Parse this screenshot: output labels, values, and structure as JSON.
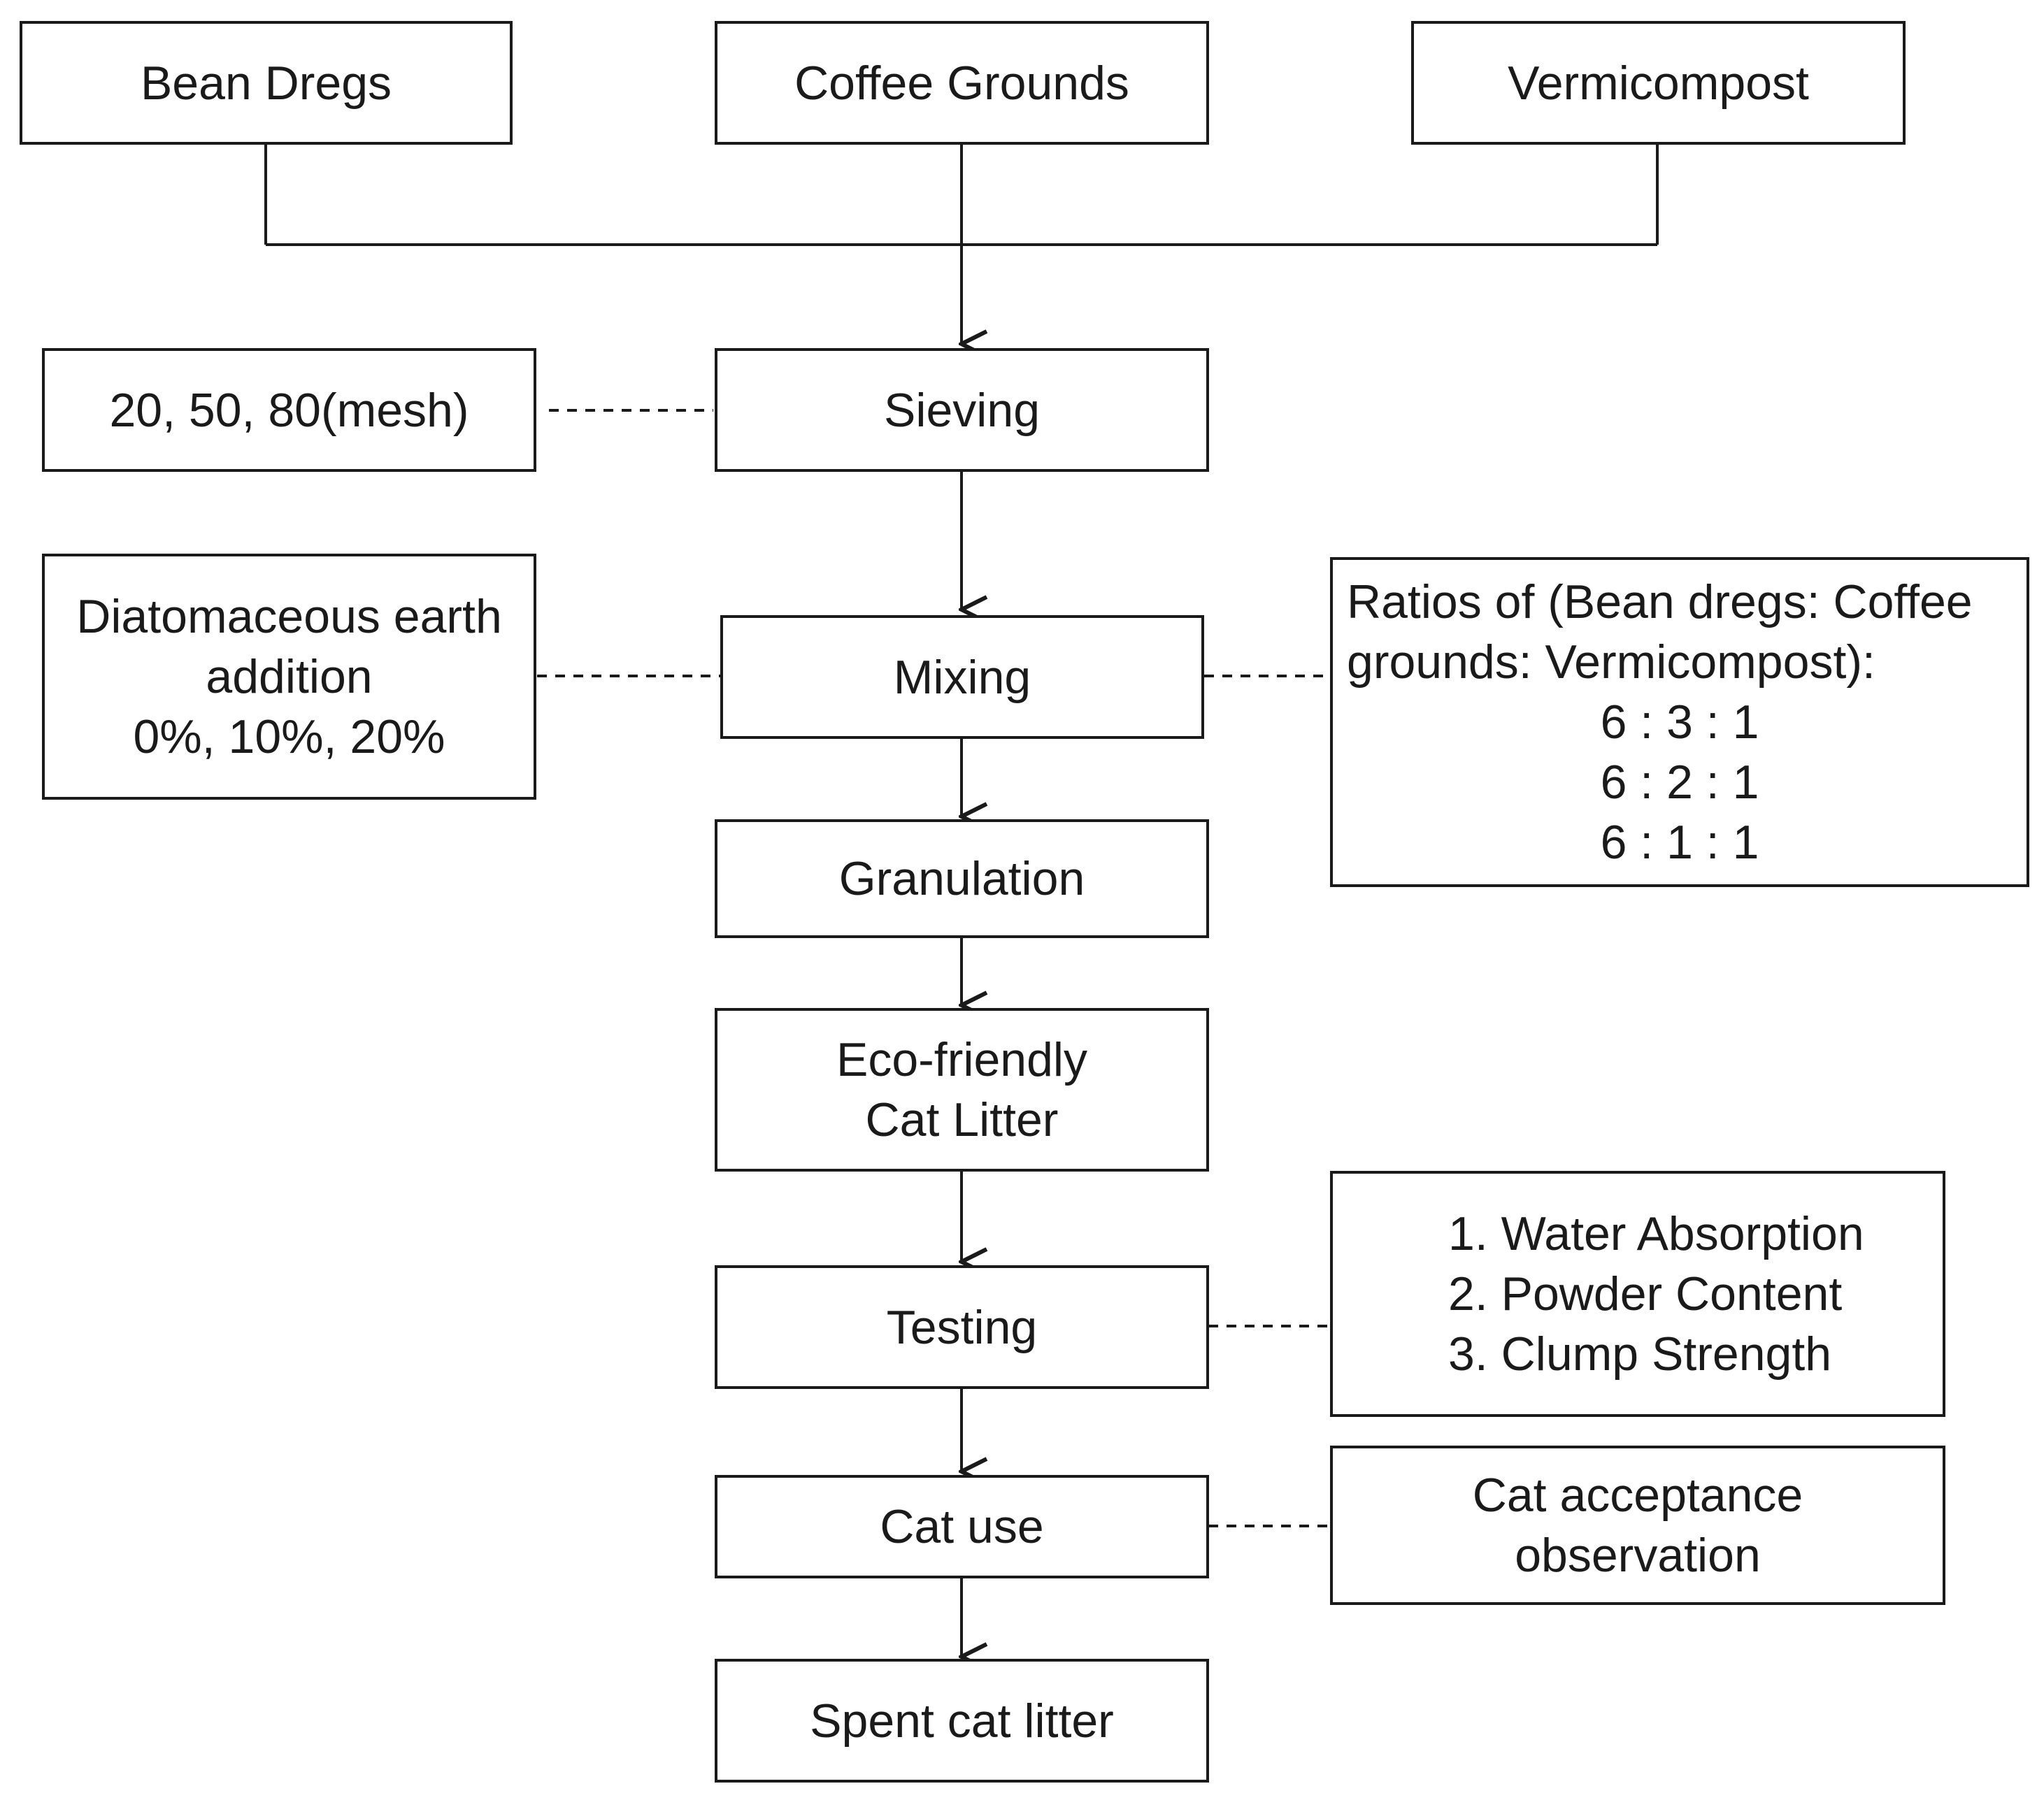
{
  "nodes": {
    "bean_dregs": "Bean Dregs",
    "coffee_grounds": "Coffee Grounds",
    "vermicompost": "Vermicompost",
    "sieving": "Sieving",
    "mesh": "20, 50, 80(mesh)",
    "mixing": "Mixing",
    "diatomaceous": [
      "Diatomaceous earth",
      "addition",
      "0%, 10%, 20%"
    ],
    "ratios": {
      "lines": [
        "Ratios of (Bean dregs: Coffee",
        "grounds: Vermicompost):"
      ],
      "values": [
        "6 : 3 : 1",
        "6 : 2 : 1",
        "6 : 1 : 1"
      ]
    },
    "granulation": "Granulation",
    "cat_litter": [
      "Eco-friendly",
      "Cat Litter"
    ],
    "testing": "Testing",
    "tests": [
      "1. Water Absorption",
      "2. Powder Content",
      "3. Clump Strength"
    ],
    "cat_use": "Cat use",
    "acceptance": [
      "Cat acceptance",
      "observation"
    ],
    "spent": "Spent cat litter"
  },
  "colors": {
    "stroke": "#1a1a1a",
    "background": "#ffffff"
  }
}
